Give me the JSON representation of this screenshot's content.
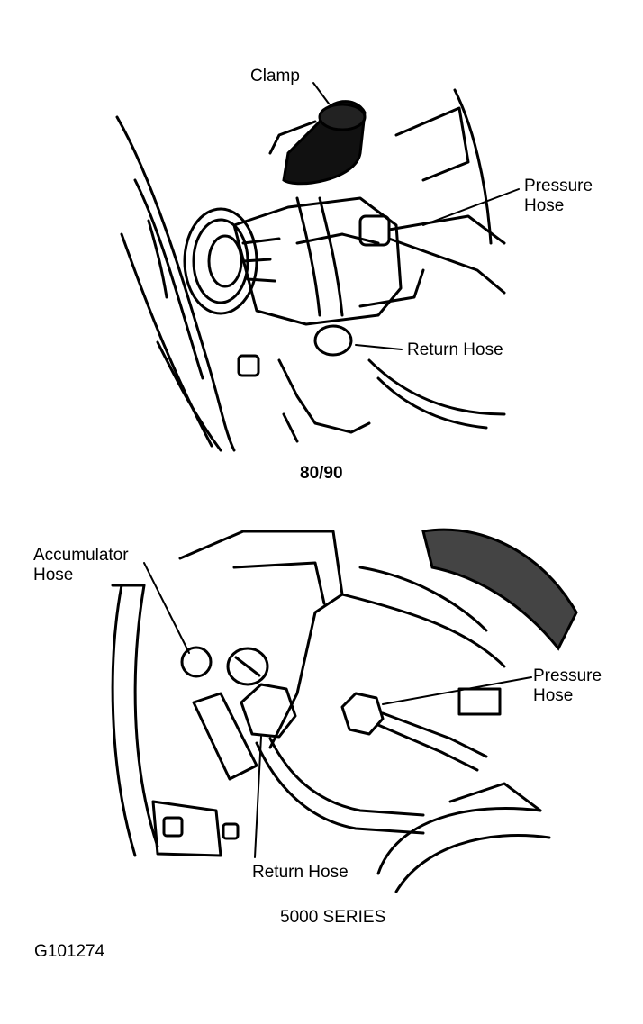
{
  "diagram_top": {
    "caption": "80/90",
    "labels": {
      "clamp": "Clamp",
      "pressure_hose": "Pressure\nHose",
      "return_hose": "Return Hose"
    }
  },
  "diagram_bottom": {
    "caption": "5000 SERIES",
    "labels": {
      "accumulator_hose": "Accumulator\nHose",
      "pressure_hose": "Pressure\nHose",
      "return_hose": "Return Hose"
    }
  },
  "figure_id": "G101274",
  "colors": {
    "ink": "#000000",
    "paper": "#ffffff"
  }
}
